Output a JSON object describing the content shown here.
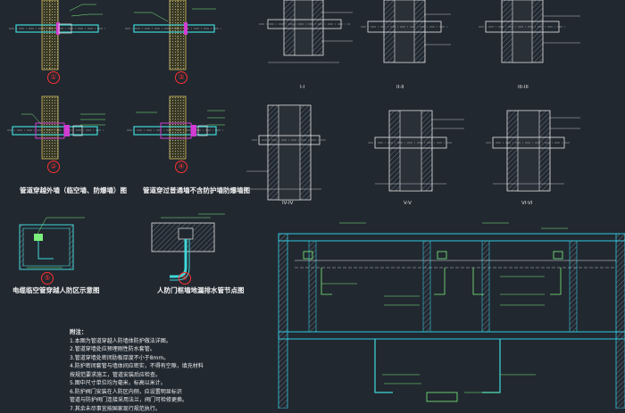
{
  "colors": {
    "background": "#212830",
    "wall": "#d8c060",
    "pipe": "#3fd8d8",
    "seal": "#d23cd2",
    "line": "#e8e8e8",
    "leader": "#7cf07c",
    "callout": "#ff3030",
    "slab": "#30c8e0",
    "hatch": "#9aa6b8"
  },
  "markers": [
    "①",
    "③",
    "②",
    "④",
    "⑤",
    "⑥"
  ],
  "titles": {
    "left_pair": "管道穿越外墙（临空墙、防爆墙）图",
    "right_pair": "管道穿过普通墙不含防护墙防爆墙图",
    "cable": "电缆临空管穿越人防区示意图",
    "floor_drain": "人防门框墙地漏排水管节点图"
  },
  "section_labels": [
    "I-I",
    "II-II",
    "III-III",
    "IV-IV",
    "V-V",
    "VI-VI"
  ],
  "notes": {
    "heading": "附注：",
    "lines": [
      "1.本图为管道穿越人防墙体防护做法详图。",
      "2.管道穿墙处应预埋刚性防水套管。",
      "3.管道穿墙处密闭肋板厚度不小于8mm。",
      "4.防护密闭套管与墙体间应密实，不得有空隙，填充材料",
      "  按规范要求施工，管道安装后应检查。",
      "5.图中尺寸单位均为毫米，标高以米计。",
      "6.防护阀门安装在人防区内侧，应设置明显标识",
      "  管道与防护阀门连接采用法兰，阀门可检修更换。",
      "  7.其余未尽事宜按国家现行规范执行。"
    ]
  }
}
